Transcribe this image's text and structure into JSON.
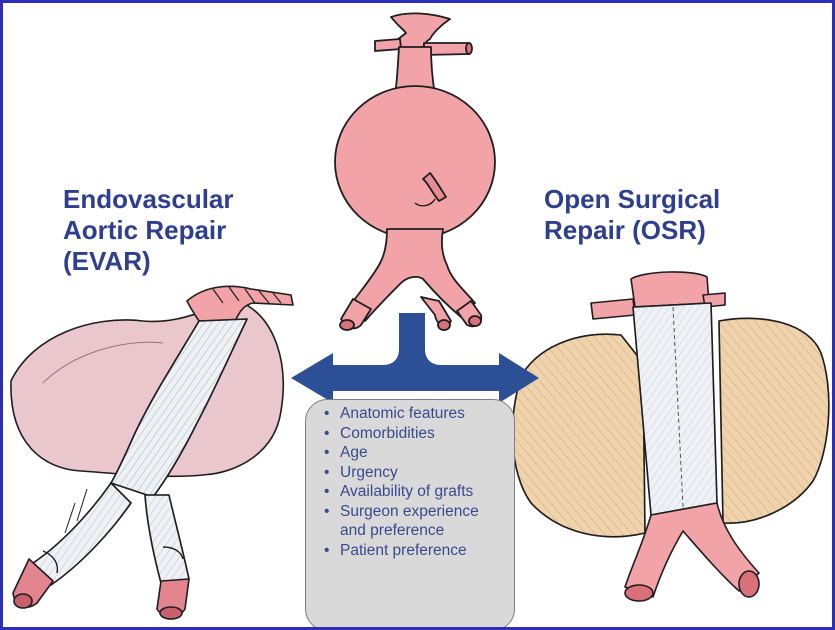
{
  "titles": {
    "evar": "Endovascular\nAortic Repair\n(EVAR)",
    "osr": "Open Surgical\nRepair (OSR)"
  },
  "factors": [
    "Anatomic features",
    "Comorbidities",
    "Age",
    "Urgency",
    "Availability of grafts",
    "Surgeon experience and preference",
    "Patient preference"
  ],
  "colors": {
    "border": "#2f2fb5",
    "title_text": "#2f3f8f",
    "arrow": "#2d4f96",
    "factor_box": "#d9d9d9",
    "factor_text": "#3a4a8c",
    "aneurysm": "#f2a3a8",
    "outline": "#1e1e1e",
    "graft": "#eef1f6",
    "open_sac": "#f0d3aa"
  },
  "illustrations": [
    "aortic-aneurysm-illustration",
    "evar-stent-graft-illustration",
    "osr-open-repair-illustration",
    "double-arrow-icon"
  ]
}
